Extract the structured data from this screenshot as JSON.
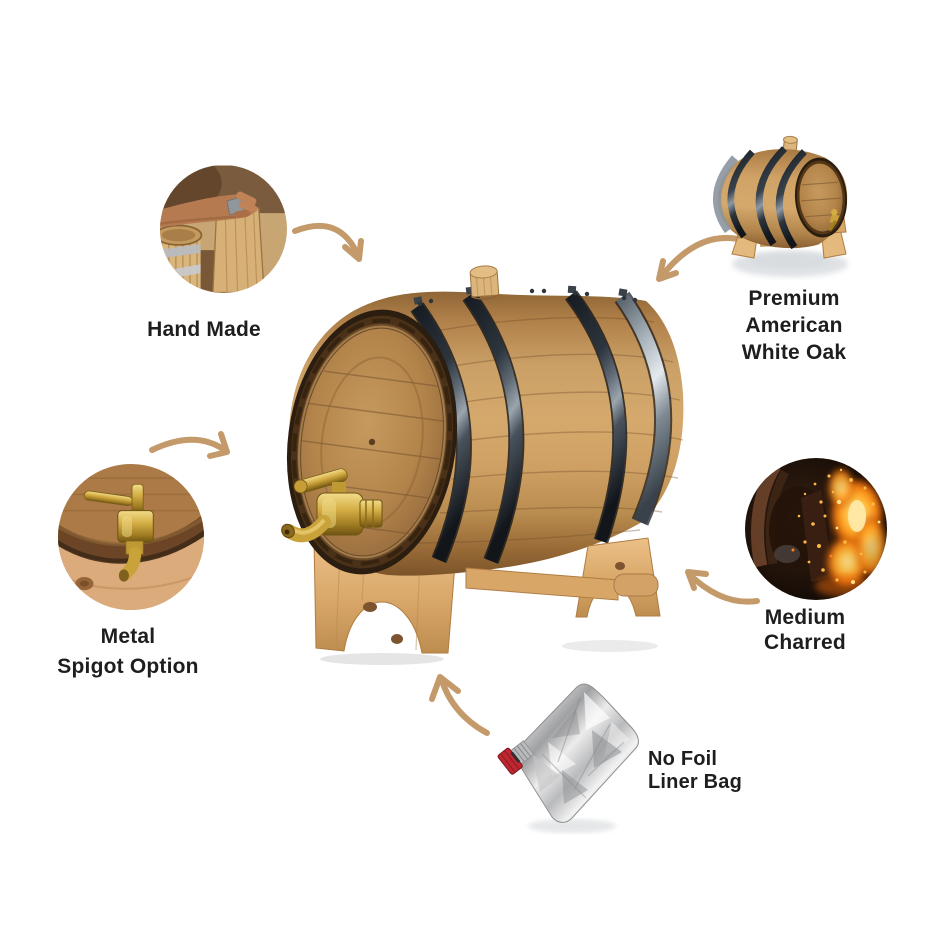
{
  "labels": {
    "hand_made": "Hand Made",
    "premium_line1": "Premium American",
    "premium_line2": "White Oak",
    "spigot_line1": "Metal",
    "spigot_line2": "Spigot Option",
    "charred_line1": "Medium",
    "charred_line2": "Charred",
    "liner_line1": "No Foil",
    "liner_line2": "Liner Bag"
  },
  "colors": {
    "background": "#ffffff",
    "label_text": "#1e1e1e",
    "arrow": "#c49a6b",
    "barrel_wood": "#cd9c60",
    "barrel_wood_dark": "#8a5f33",
    "hoop": "#22272e",
    "brass_spigot": "#c9a23a",
    "stand_wood": "#ddae72",
    "flame": "#ff8c1a",
    "foil_silver": "#c9c9c9",
    "valve_red": "#bf2730"
  }
}
